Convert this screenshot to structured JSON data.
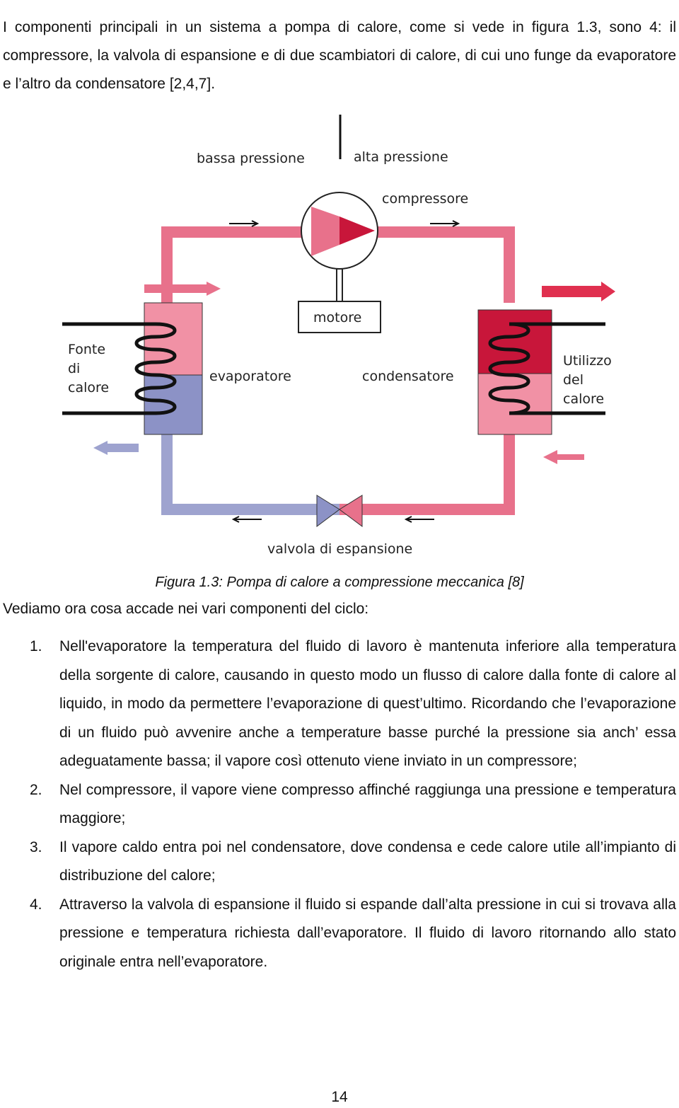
{
  "intro_paragraph": "I componenti principali in un sistema a pompa di calore, come si vede in figura 1.3, sono 4: il compressore, la valvola di espansione e di due scambiatori di calore, di cui uno funge da evaporatore e l’altro da condensatore [2,4,7].",
  "figure": {
    "labels": {
      "low_pressure": "bassa pressione",
      "high_pressure": "alta pressione",
      "compressor": "compressore",
      "motor": "motore",
      "heat_source_1": "Fonte",
      "heat_source_2": "di",
      "heat_source_3": "calore",
      "evaporator": "evaporatore",
      "condenser": "condensatore",
      "heat_use_1": "Utilizzo",
      "heat_use_2": "del",
      "heat_use_3": "calore",
      "expansion_valve": "valvola di espansione"
    },
    "colors": {
      "hot": "#c8163a",
      "warm": "#e86f88",
      "cold": "#8c92c6",
      "pipe_hot": "#e8718b",
      "pipe_cold": "#9ea3cf"
    }
  },
  "caption": "Figura 1.3: Pompa di calore a compressione meccanica [8]",
  "list_intro": "Vediamo ora cosa accade nei vari componenti del ciclo:",
  "list_items": [
    {
      "num": "1.",
      "text": "Nell'evaporatore la temperatura del fluido di lavoro è mantenuta inferiore alla temperatura della sorgente di calore, causando in questo modo un flusso di calore dalla fonte di calore al liquido, in modo da permettere l’evaporazione di quest’ultimo. Ricordando che l’evaporazione di un fluido può avvenire anche a temperature basse purché la pressione sia anch’ essa adeguatamente bassa; il vapore così ottenuto viene inviato in un compressore;"
    },
    {
      "num": "2.",
      "text": "Nel compressore, il vapore viene compresso affinché raggiunga una pressione e temperatura maggiore;"
    },
    {
      "num": "3.",
      "text": "Il vapore caldo entra poi nel condensatore, dove condensa e cede calore utile all’impianto di distribuzione del calore;"
    },
    {
      "num": "4.",
      "text": "Attraverso la valvola di espansione il fluido si espande dall’alta pressione in cui si trovava alla pressione e temperatura richiesta dall’evaporatore. Il fluido di lavoro ritornando allo stato originale entra nell’evaporatore."
    }
  ],
  "page_number": "14"
}
